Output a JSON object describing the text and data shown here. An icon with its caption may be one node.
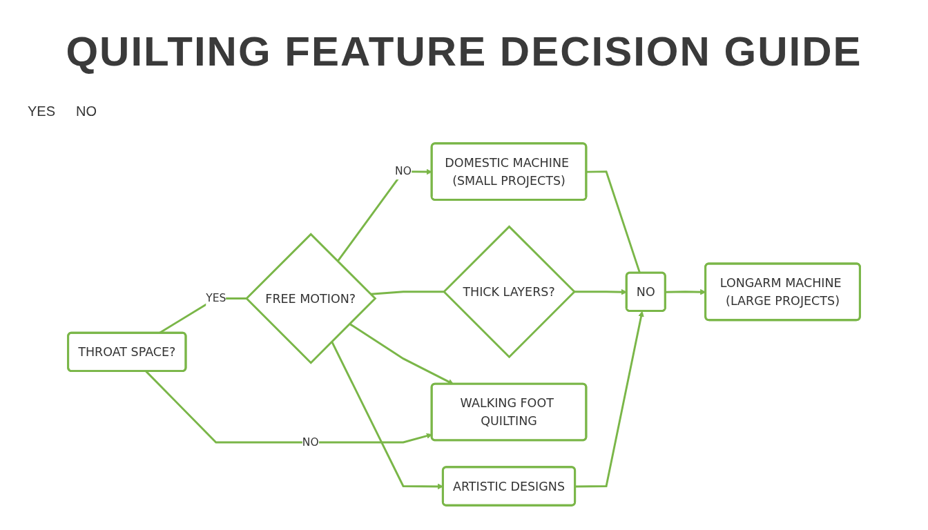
{
  "diagram": {
    "title": "QUILTING FEATURE DECISION GUIDE",
    "nodes": [
      {
        "text": [
          "THROAT SPACE?"
        ]
      },
      {
        "text": [
          "FREE MOTION?"
        ]
      },
      {
        "text": [
          "ARTISTIC DESIGNS"
        ]
      },
      {
        "text": [
          "THICK LAYERS?"
        ]
      },
      {
        "text": [
          "NO"
        ]
      },
      {
        "text": [
          "WALKING FOOT QUILTING"
        ]
      },
      {
        "text": [
          "DOMESTIC MACHINE (SMALL PROJECTS)"
        ]
      },
      {
        "text": [
          "LONGARM MACHINE (LARGE PROJECTS)"
        ]
      }
    ],
    "edges": [
      {
        "from": 0,
        "to": 1,
        "arrow": "none",
        "label": "YES"
      },
      {
        "from": 0,
        "to": 5,
        "arrow": "to",
        "label": "NO"
      },
      {
        "from": 1,
        "to": 5,
        "arrow": "to"
      },
      {
        "from": 1,
        "to": 2,
        "arrow": "to"
      },
      {
        "from": 1,
        "to": 3,
        "arrow": "none"
      },
      {
        "from": 1,
        "to": 6,
        "arrow": "to",
        "label": "NO"
      },
      {
        "from": 2,
        "to": 4,
        "arrow": "to"
      },
      {
        "from": 3,
        "to": 4,
        "arrow": "to"
      },
      {
        "from": 6,
        "to": 4,
        "arrow": "none"
      },
      {
        "from": 4,
        "to": 7,
        "arrow": "to"
      }
    ],
    "labels": [
      "YES",
      "NO"
    ]
  }
}
